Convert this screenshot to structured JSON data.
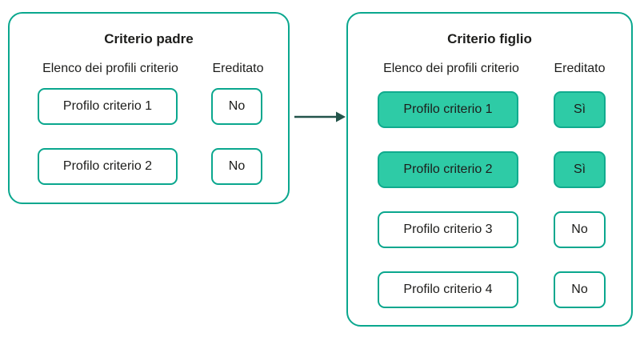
{
  "panels": {
    "parent": {
      "title": "Criterio padre",
      "col_profiles": "Elenco dei profili criterio",
      "col_inherited": "Ereditato",
      "rows": [
        {
          "profile": "Profilo criterio 1",
          "inherited": "No",
          "highlight": false
        },
        {
          "profile": "Profilo criterio 2",
          "inherited": "No",
          "highlight": false
        }
      ]
    },
    "child": {
      "title": "Criterio figlio",
      "col_profiles": "Elenco dei profili criterio",
      "col_inherited": "Ereditato",
      "rows": [
        {
          "profile": "Profilo criterio 1",
          "inherited": "Sì",
          "highlight": true
        },
        {
          "profile": "Profilo criterio 2",
          "inherited": "Sì",
          "highlight": true
        },
        {
          "profile": "Profilo criterio 3",
          "inherited": "No",
          "highlight": false
        },
        {
          "profile": "Profilo criterio 4",
          "inherited": "No",
          "highlight": false
        }
      ]
    }
  },
  "colors": {
    "border_teal": "#0aa78e",
    "highlight_fill": "#2ecba6",
    "highlight_border": "#10ab8e",
    "arrow": "#23544a",
    "text": "#1d1d1b"
  }
}
